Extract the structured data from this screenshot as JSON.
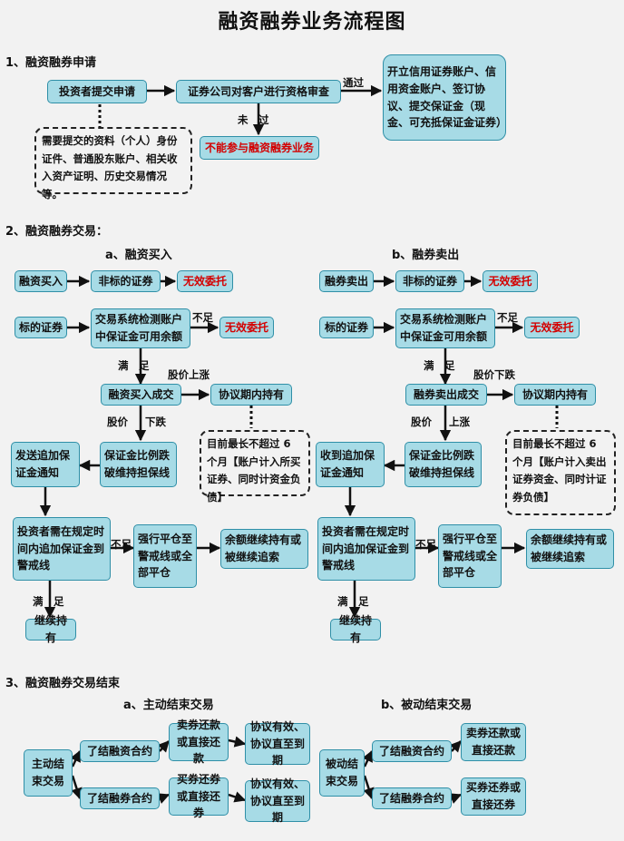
{
  "title": "融资融券业务流程图",
  "s1": {
    "heading": "1、融资融券申请",
    "apply": "投资者提交申请",
    "review": "证券公司对客户进行资格审查",
    "pass": "通过",
    "fail": "未　过",
    "open": "开立信用证券账户、信用资金账户、签订协议、提交保证金（现金、可充抵保证金证券）",
    "reject": "不能参与融资融券业务",
    "docs": "需要提交的资料（个人）身份证件、普通股东账户、相关收入资产证明、历史交易情况等。"
  },
  "s2": {
    "heading": "2、融资融券交易：",
    "a": {
      "title": "a、融资买入",
      "start": "融资买入",
      "nonstd": "非标的证券",
      "invalid1": "无效委托",
      "std": "标的证券",
      "check": "交易系统检测账户中保证金可用余额",
      "insufficient": "不足",
      "invalid2": "无效委托",
      "ok": "满　足",
      "success": "融资买入成交",
      "price_move": "股价上涨",
      "hold": "协议期内持有",
      "note": "目前最长不超过 6 个月【账户计入所买证券、同时计资金负债】",
      "price_label": "股价",
      "price_dir": "下跌",
      "ratio": "保证金比例跌破维持担保线",
      "notify": "发送追加保证金通知",
      "topup": "投资者需在规定时间内追加保证金到警戒线",
      "insufficient2": "不足",
      "force": "强行平仓至警戒线或全部平仓",
      "remain": "余额继续持有或被继续追索",
      "ok2": "满　足",
      "continue": "继续持有"
    },
    "b": {
      "title": "b、融券卖出",
      "start": "融券卖出",
      "nonstd": "非标的证券",
      "invalid1": "无效委托",
      "std": "标的证券",
      "check": "交易系统检测账户中保证金可用余额",
      "insufficient": "不足",
      "invalid2": "无效委托",
      "ok": "满　足",
      "success": "融券卖出成交",
      "price_move": "股价下跌",
      "hold": "协议期内持有",
      "note": "目前最长不超过 6 个月【账户计入卖出证券资金、同时计证券负债】",
      "price_label": "股价",
      "price_dir": "上涨",
      "ratio": "保证金比例跌破维持担保线",
      "notify": "收到追加保证金通知",
      "topup": "投资者需在规定时间内追加保证金到警戒线",
      "insufficient2": "不足",
      "force": "强行平仓至警戒线或全部平仓",
      "remain": "余额继续持有或被继续追索",
      "ok2": "满　足",
      "continue": "继续持有"
    }
  },
  "s3": {
    "heading": "3、融资融券交易结束",
    "a": {
      "title": "a、主动结束交易",
      "start": "主动结束交易",
      "close_fin": "了结融资合约",
      "close_sec": "了结融券合约",
      "repay_cash": "卖券还款或直接还款",
      "repay_sec": "买券还券或直接还券",
      "valid1": "协议有效、协议直至到期",
      "valid2": "协议有效、协议直至到期"
    },
    "b": {
      "title": "b、被动结束交易",
      "start": "被动结束交易",
      "close_fin": "了结融资合约",
      "close_sec": "了结融券合约",
      "repay_cash": "卖券还款或直接还款",
      "repay_sec": "买券还券或直接还券"
    }
  }
}
